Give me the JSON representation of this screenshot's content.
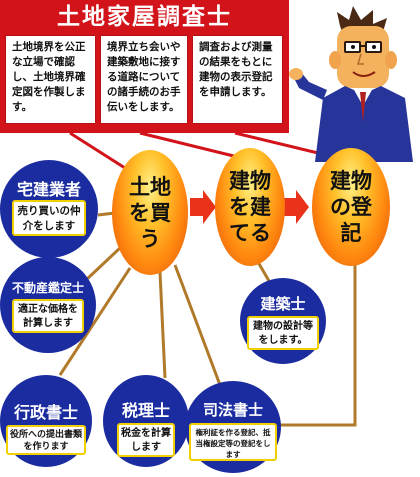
{
  "banner": {
    "title": "土地家屋調査士",
    "notes": [
      "土地境界を公正な立場で確認し、土地境界確定図を作製します。",
      "境界立ち会いや建築敷地に接する道路についての諸手続のお手伝いをします。",
      "調査および測量の結果をもとに建物の表示登記を申請します。"
    ]
  },
  "stages": [
    "土地を買う",
    "建物を建てる",
    "建物の登記"
  ],
  "roles": {
    "takken": {
      "title": "宅建業者",
      "desc": "売り買いの仲介をします"
    },
    "fudosan": {
      "title": "不動産鑑定士",
      "desc": "適正な価格を計算します"
    },
    "kenchiku": {
      "title": "建築士",
      "desc": "建物の設計等をします。"
    },
    "gyosei": {
      "title": "行政書士",
      "desc": "役所への提出書類を作ります"
    },
    "zeiri": {
      "title": "税理士",
      "desc": "税金を計算します"
    },
    "shiho": {
      "title": "司法書士",
      "desc": "権利証を作る登記、抵当権設定等の登記をします"
    }
  },
  "colors": {
    "banner_red": "#d2131a",
    "role_blue": "#1b2ca0",
    "label_yellow": "#f2d000",
    "connector_brown": "#b07a2a",
    "arrow_red": "#e8321a"
  },
  "icons": {
    "mascot": "surveyor-mascot-illustration"
  }
}
